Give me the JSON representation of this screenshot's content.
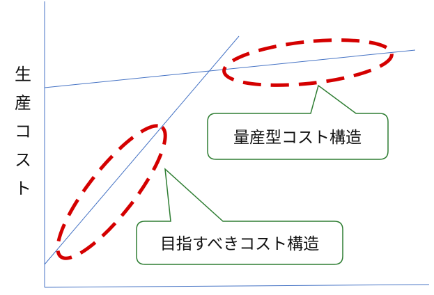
{
  "colors": {
    "axis": "#4472c4",
    "lines": "#4472c4",
    "ellipse": "#d40000",
    "callout_border": "#2e7d32",
    "callout_fill": "#ffffff",
    "text": "#111111"
  },
  "axis": {
    "ylabel_chars": [
      "生",
      "産",
      "コ",
      "ス",
      "ト"
    ]
  },
  "callouts": {
    "mass_production": "量産型コスト構造",
    "target": "目指すべきコスト構造"
  },
  "markers": {
    "mass_production_ellipse": "dashed-ellipse",
    "target_ellipse": "dashed-ellipse"
  }
}
